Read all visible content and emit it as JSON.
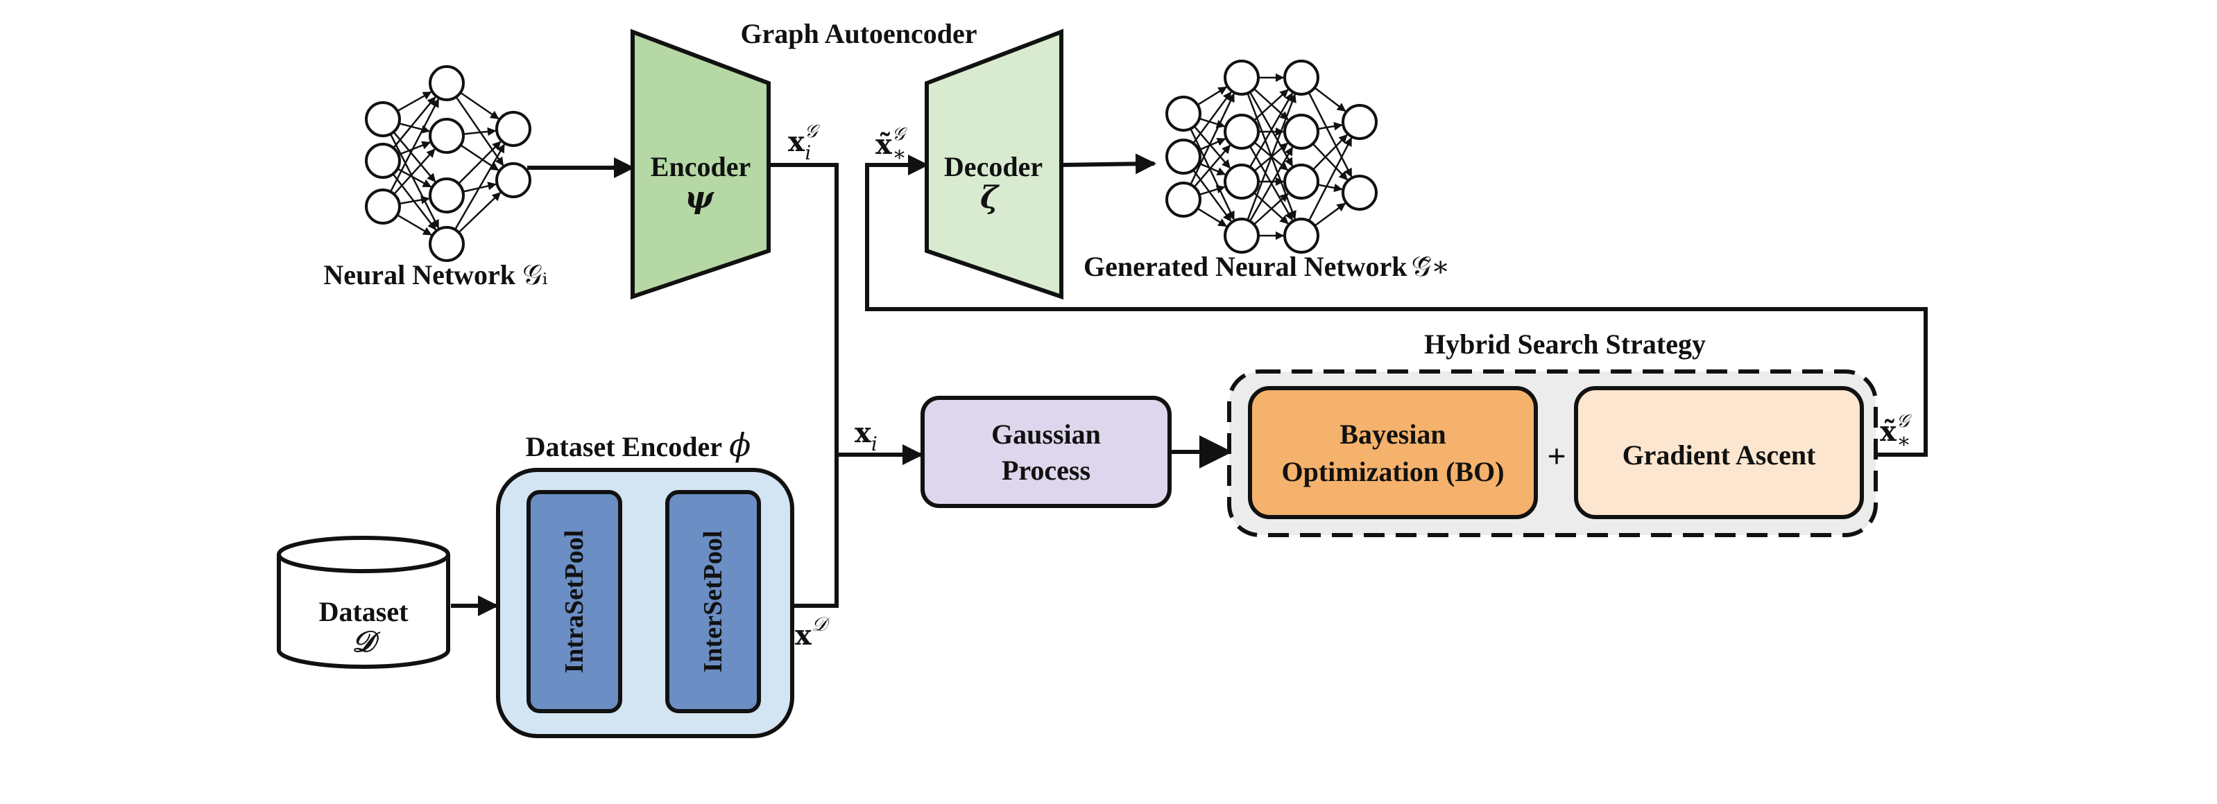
{
  "title": "Graph Autoencoder",
  "encoder": {
    "label": "Encoder",
    "symbol": "ψ"
  },
  "decoder": {
    "label": "Decoder",
    "symbol": "ζ"
  },
  "neural_network": {
    "label": "Neural Network",
    "symbol": "𝒢ᵢ"
  },
  "generated_network": {
    "label": "Generated Neural Network",
    "symbol": "𝒢̃∗"
  },
  "x_i_G": {
    "base": "𝐱",
    "sup": "𝒢",
    "sub": "i"
  },
  "x_star_G_in": {
    "base": "𝐱̃",
    "sup": "𝒢",
    "sub": "∗"
  },
  "x_star_G_out": {
    "base": "𝐱̃",
    "sup": "𝒢",
    "sub": "∗"
  },
  "x_i": {
    "base": "𝐱",
    "sub": "i"
  },
  "x_D": {
    "base": "𝐱",
    "sup": "𝒟"
  },
  "dataset_encoder": {
    "label": "Dataset Encoder",
    "symbol": "ϕ",
    "pool1": "IntraSetPool",
    "pool2": "InterSetPool"
  },
  "dataset": {
    "label": "Dataset",
    "symbol": "𝒟"
  },
  "gaussian_process": {
    "line1": "Gaussian",
    "line2": "Process"
  },
  "hybrid": {
    "title": "Hybrid Search Strategy",
    "bo_line1": "Bayesian",
    "bo_line2": "Optimization (BO)",
    "plus": "+",
    "gradient": "Gradient Ascent"
  },
  "colors": {
    "encoder_fill": "#b5d8a5",
    "decoder_fill": "#d8ebd0",
    "dataset_encoder_fill": "#d3e4f3",
    "pool_fill": "#6b8ec4",
    "gp_fill": "#ddd6ec",
    "hybrid_fill": "#ececec",
    "bo_fill": "#f5b26c",
    "gradient_fill": "#fce6cf"
  }
}
